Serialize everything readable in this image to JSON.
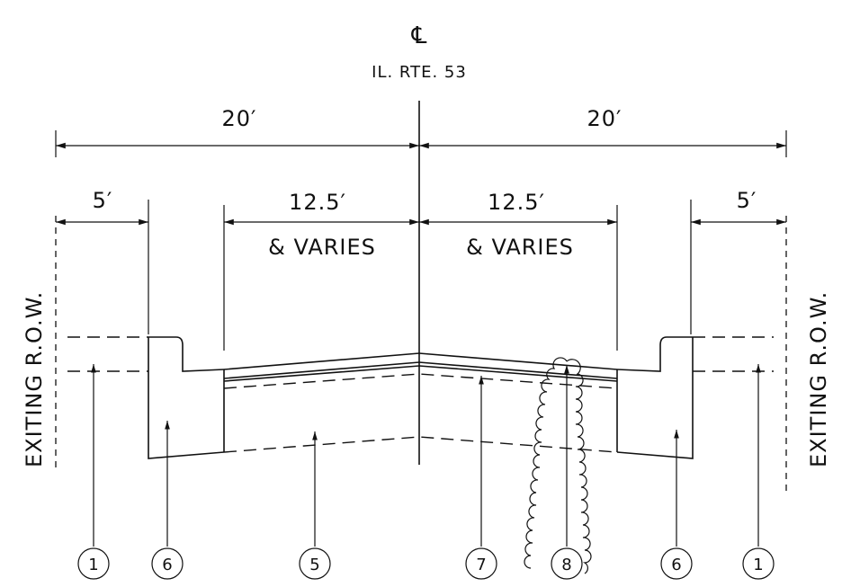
{
  "centerline": {
    "symbol": "℄",
    "route": "IL. RTE. 53"
  },
  "dimensions": {
    "left_total": "20′",
    "right_total": "20′",
    "left_parkway": "5′",
    "right_parkway": "5′",
    "left_lane": "12.5′",
    "right_lane": "12.5′",
    "left_lane_note": "& VARIES",
    "right_lane_note": "& VARIES"
  },
  "row_labels": {
    "left": "EXITING R.O.W.",
    "right": "EXITING R.O.W."
  },
  "callouts": [
    "1",
    "6",
    "5",
    "7",
    "8",
    "6",
    "1"
  ]
}
